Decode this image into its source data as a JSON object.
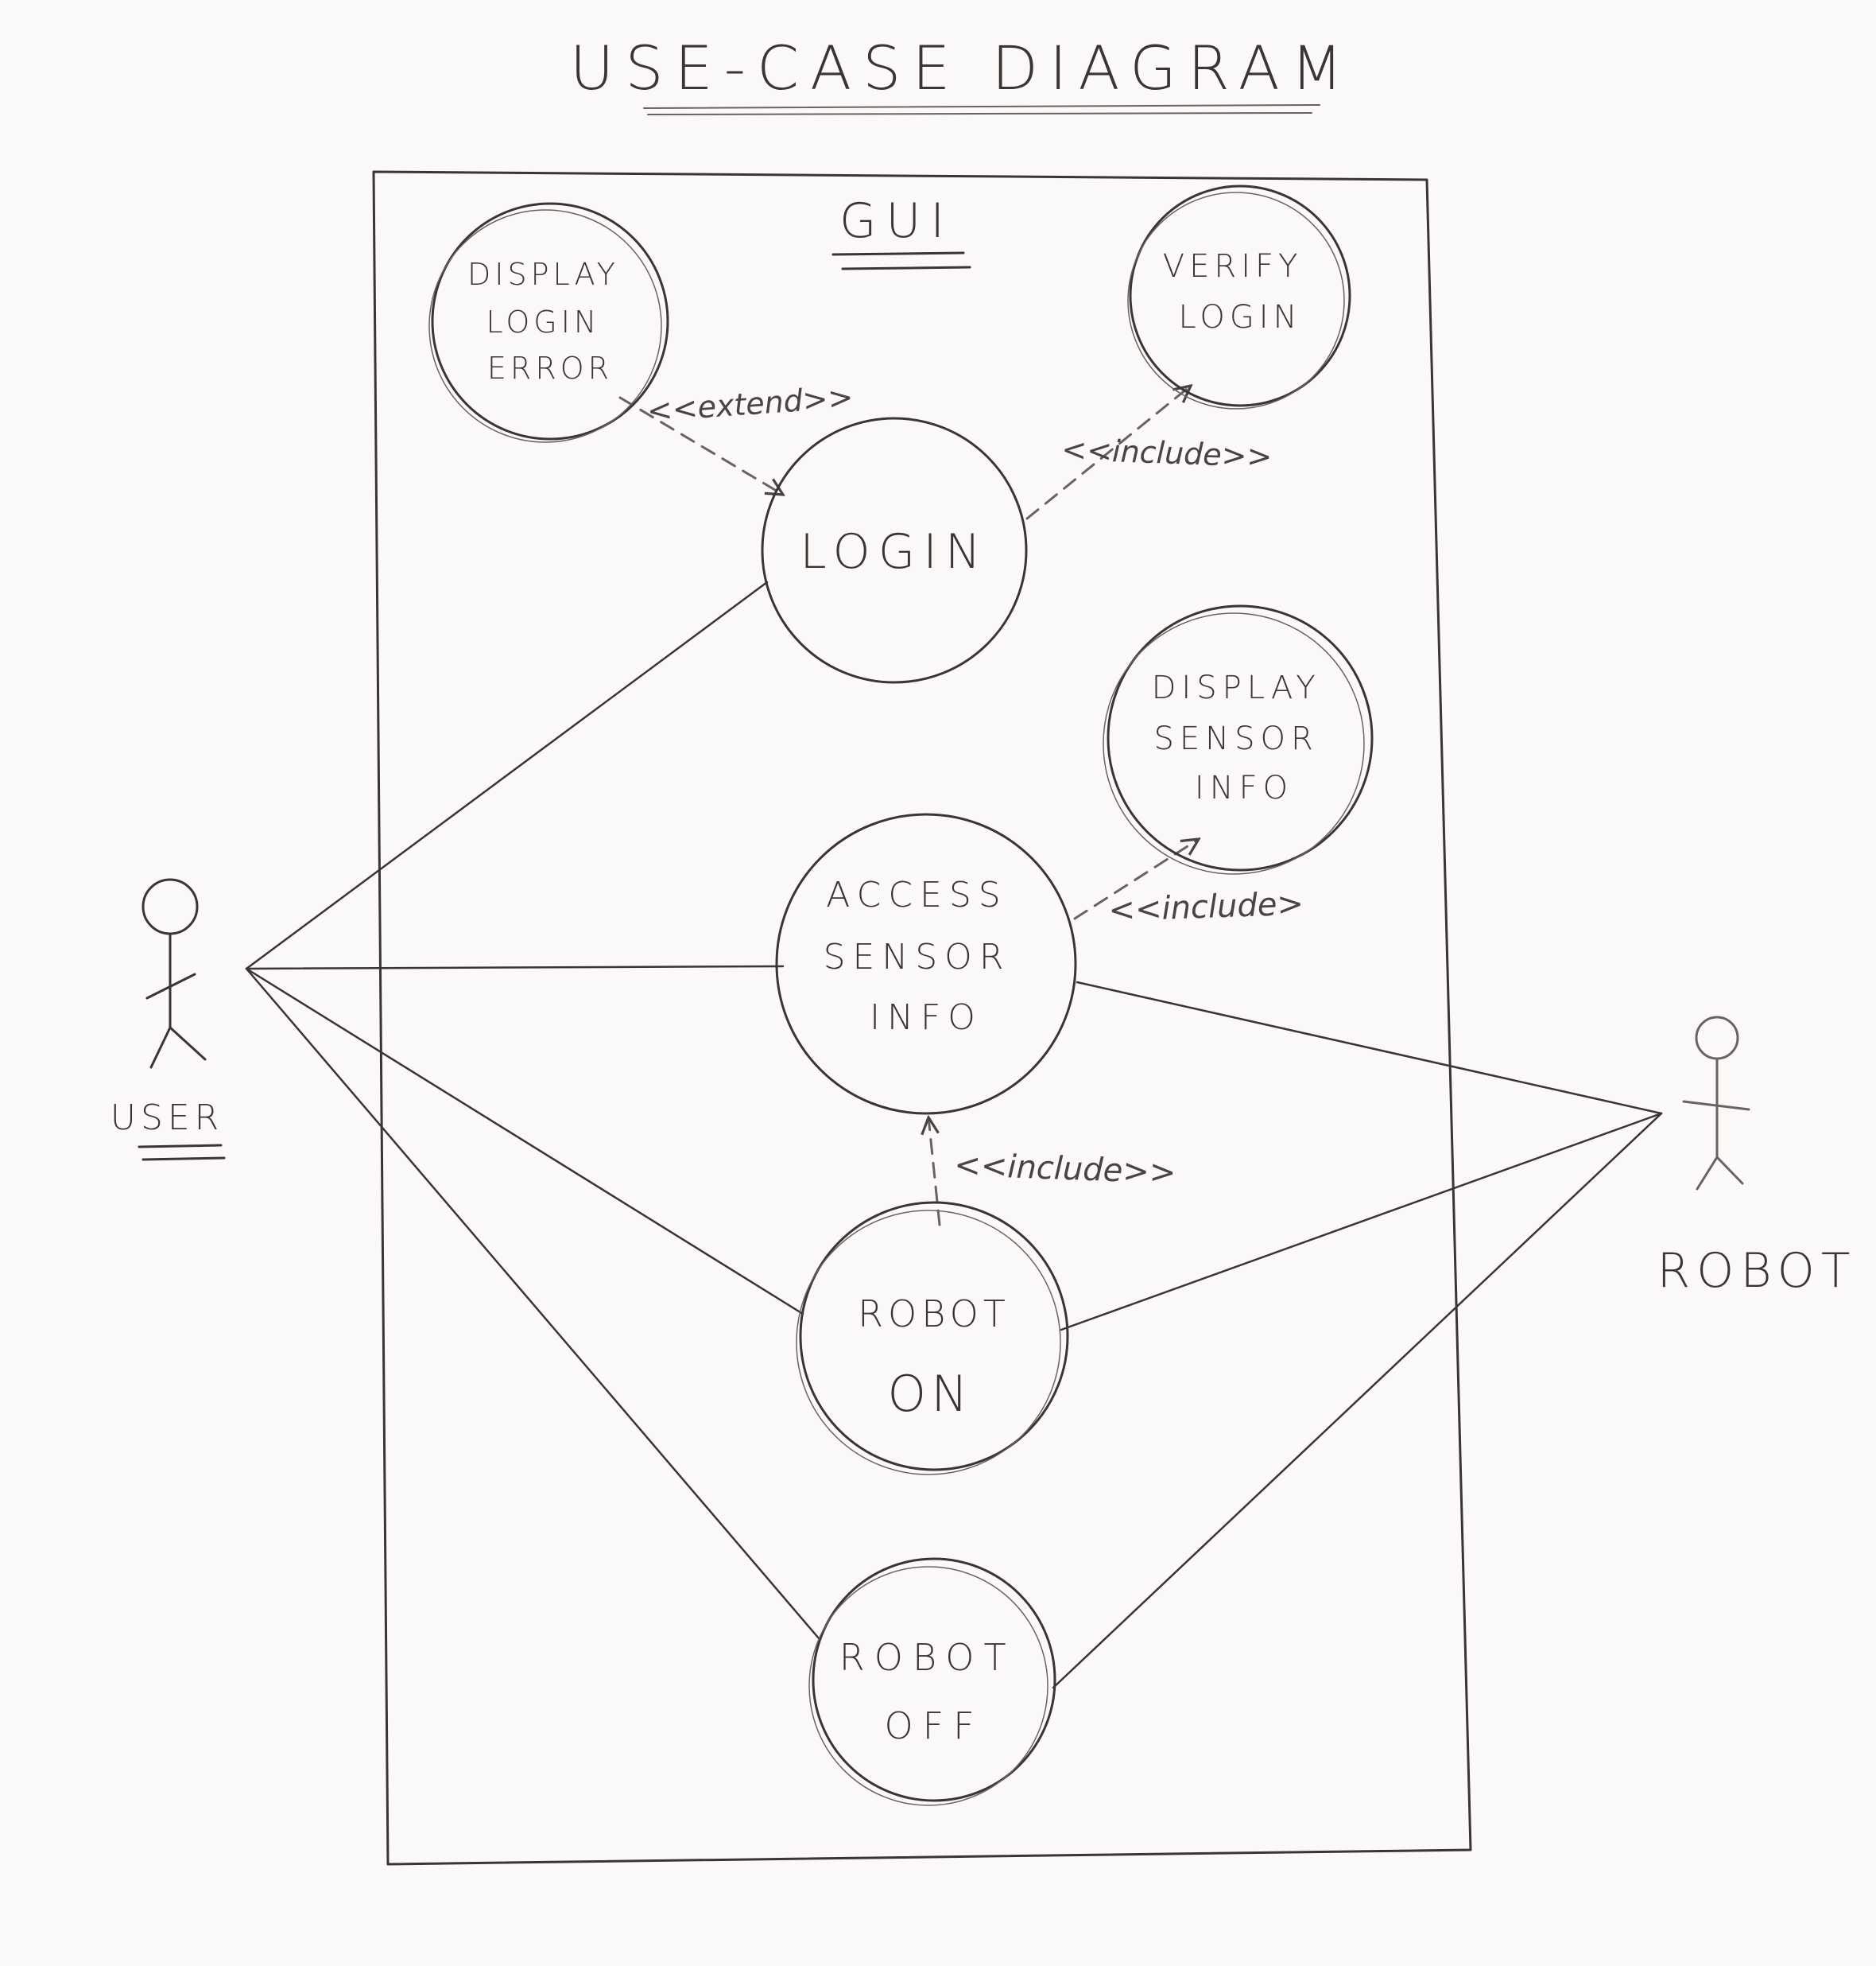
{
  "title": "USE-CASE DIAGRAM",
  "system": {
    "name": "GUI"
  },
  "actors": [
    {
      "id": "user",
      "label": "USER"
    },
    {
      "id": "robot",
      "label": "ROBOT"
    }
  ],
  "use_cases": [
    {
      "id": "display-login-error",
      "lines": [
        "DISPLAY",
        "LOGIN",
        "ERROR"
      ]
    },
    {
      "id": "verify-login",
      "lines": [
        "VERIFY",
        "LOGIN"
      ]
    },
    {
      "id": "login",
      "lines": [
        "LOGIN"
      ]
    },
    {
      "id": "display-sensor-info",
      "lines": [
        "DISPLAY",
        "SENSOR",
        "INFO"
      ]
    },
    {
      "id": "access-sensor-info",
      "lines": [
        "ACCESS",
        "SENSOR",
        "INFO"
      ]
    },
    {
      "id": "robot-on",
      "lines": [
        "ROBOT",
        "ON"
      ]
    },
    {
      "id": "robot-off",
      "lines": [
        "ROBOT",
        "OFF"
      ]
    }
  ],
  "relationships": [
    {
      "type": "extend",
      "label": "<<extend>>",
      "from": "display-login-error",
      "to": "login"
    },
    {
      "type": "include",
      "label": "<<include>>",
      "from": "login",
      "to": "verify-login"
    },
    {
      "type": "include",
      "label": "<<include>",
      "from": "access-sensor-info",
      "to": "display-sensor-info"
    },
    {
      "type": "include",
      "label": "<<include>>",
      "from": "robot-on",
      "to": "access-sensor-info"
    }
  ],
  "associations": [
    {
      "actor": "user",
      "use_case": "login"
    },
    {
      "actor": "user",
      "use_case": "access-sensor-info"
    },
    {
      "actor": "user",
      "use_case": "robot-on"
    },
    {
      "actor": "user",
      "use_case": "robot-off"
    },
    {
      "actor": "robot",
      "use_case": "access-sensor-info"
    },
    {
      "actor": "robot",
      "use_case": "robot-on"
    },
    {
      "actor": "robot",
      "use_case": "robot-off"
    }
  ]
}
